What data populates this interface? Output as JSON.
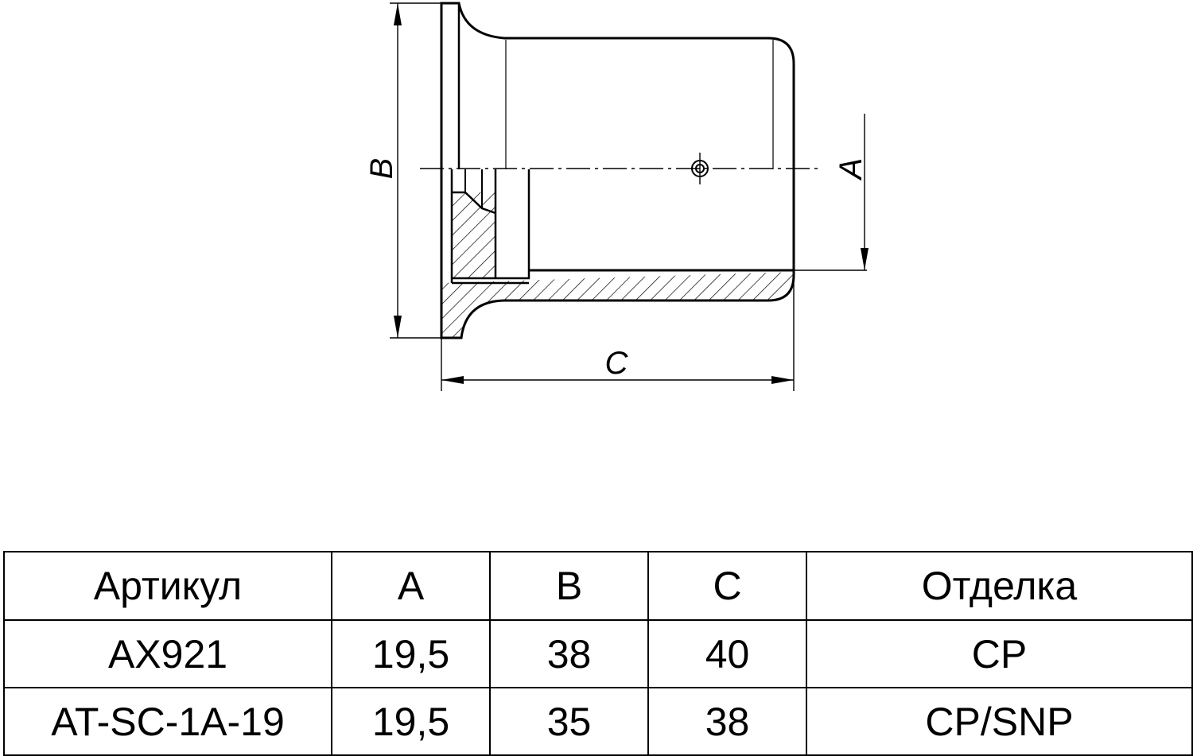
{
  "drawing": {
    "dimension_labels": {
      "b": "B",
      "a": "A",
      "c": "C"
    }
  },
  "table": {
    "headers": [
      "Артикул",
      "A",
      "B",
      "C",
      "Отделка"
    ],
    "rows": [
      [
        "AX921",
        "19,5",
        "38",
        "40",
        "CP"
      ],
      [
        "AT-SC-1A-19",
        "19,5",
        "35",
        "38",
        "CP/SNP"
      ]
    ]
  }
}
